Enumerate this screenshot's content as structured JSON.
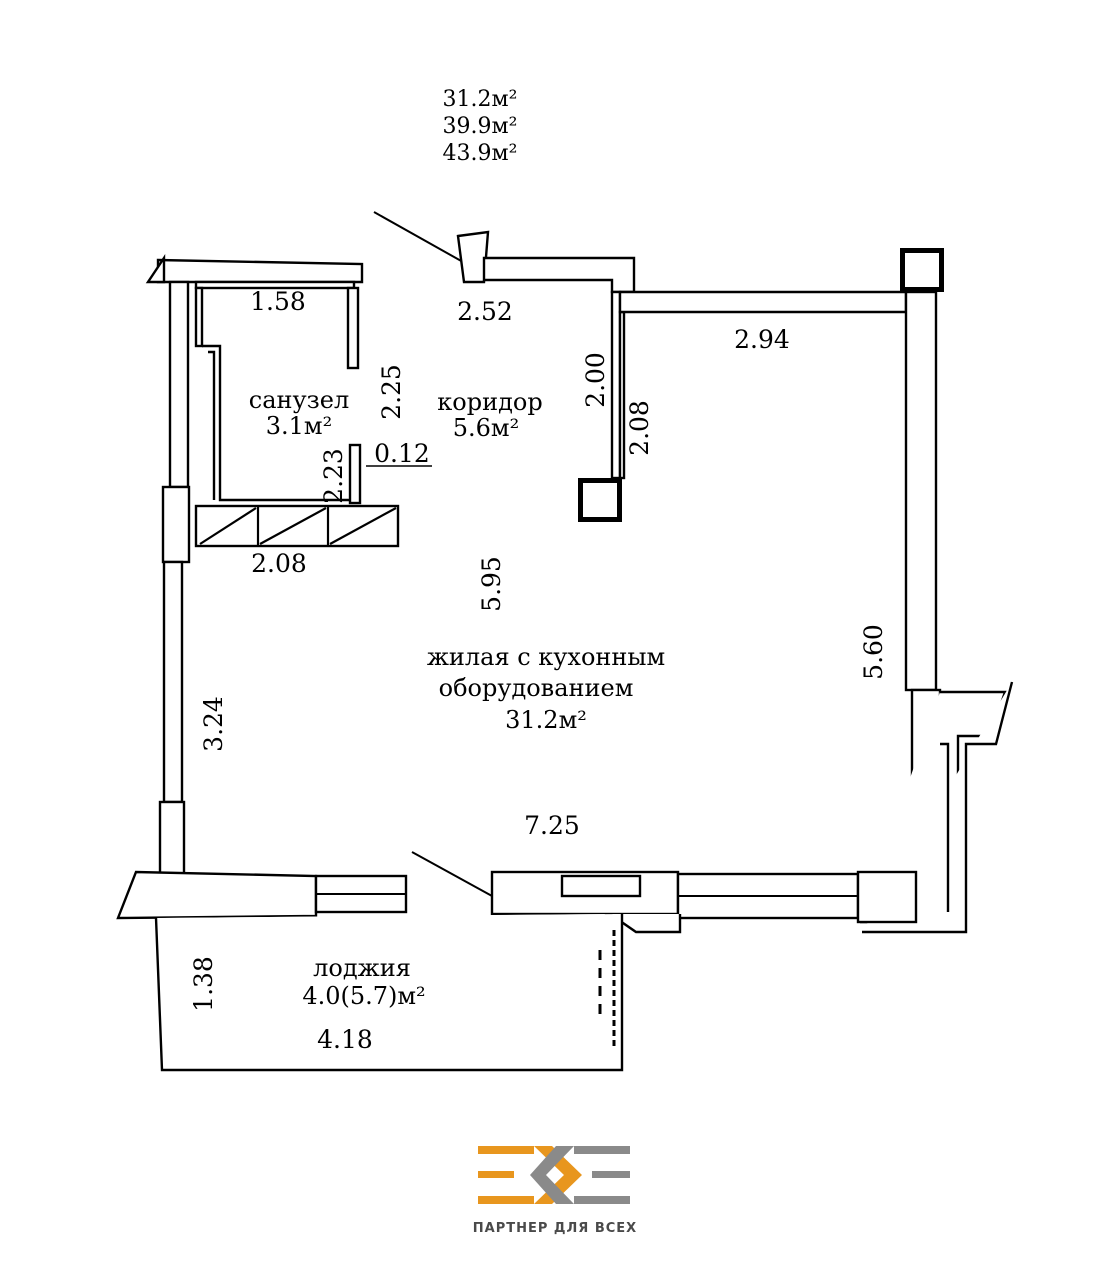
{
  "areas": {
    "living": "31.2м²",
    "total_no_loggia": "39.9м²",
    "total": "43.9м²"
  },
  "rooms": {
    "bathroom": {
      "name": "санузел",
      "area": "3.1м²"
    },
    "corridor": {
      "name": "коридор",
      "area": "5.6м²"
    },
    "living": {
      "name_line1": "жилая с кухонным",
      "name_line2": "оборудованием",
      "area": "31.2м²"
    },
    "loggia": {
      "name": "лоджия",
      "area": "4.0(5.7)м²"
    }
  },
  "dimensions": {
    "bath_top": "1.58",
    "corridor_top": "2.52",
    "living_top": "2.94",
    "bath_height": "2.25",
    "niche_height": "2.00",
    "niche_side": "2.08",
    "bath_lower": "2.23",
    "wall_thickness": "0.12",
    "bath_bottom": "2.08",
    "living_height": "5.95",
    "right_height": "5.60",
    "left_height": "3.24",
    "living_width": "7.25",
    "loggia_height": "1.38",
    "loggia_width": "4.18"
  },
  "logo": {
    "text": "ПАРТНЕР ДЛЯ ВСЕХ",
    "color_orange": "#e8961e",
    "color_gray": "#8a8a8a"
  }
}
